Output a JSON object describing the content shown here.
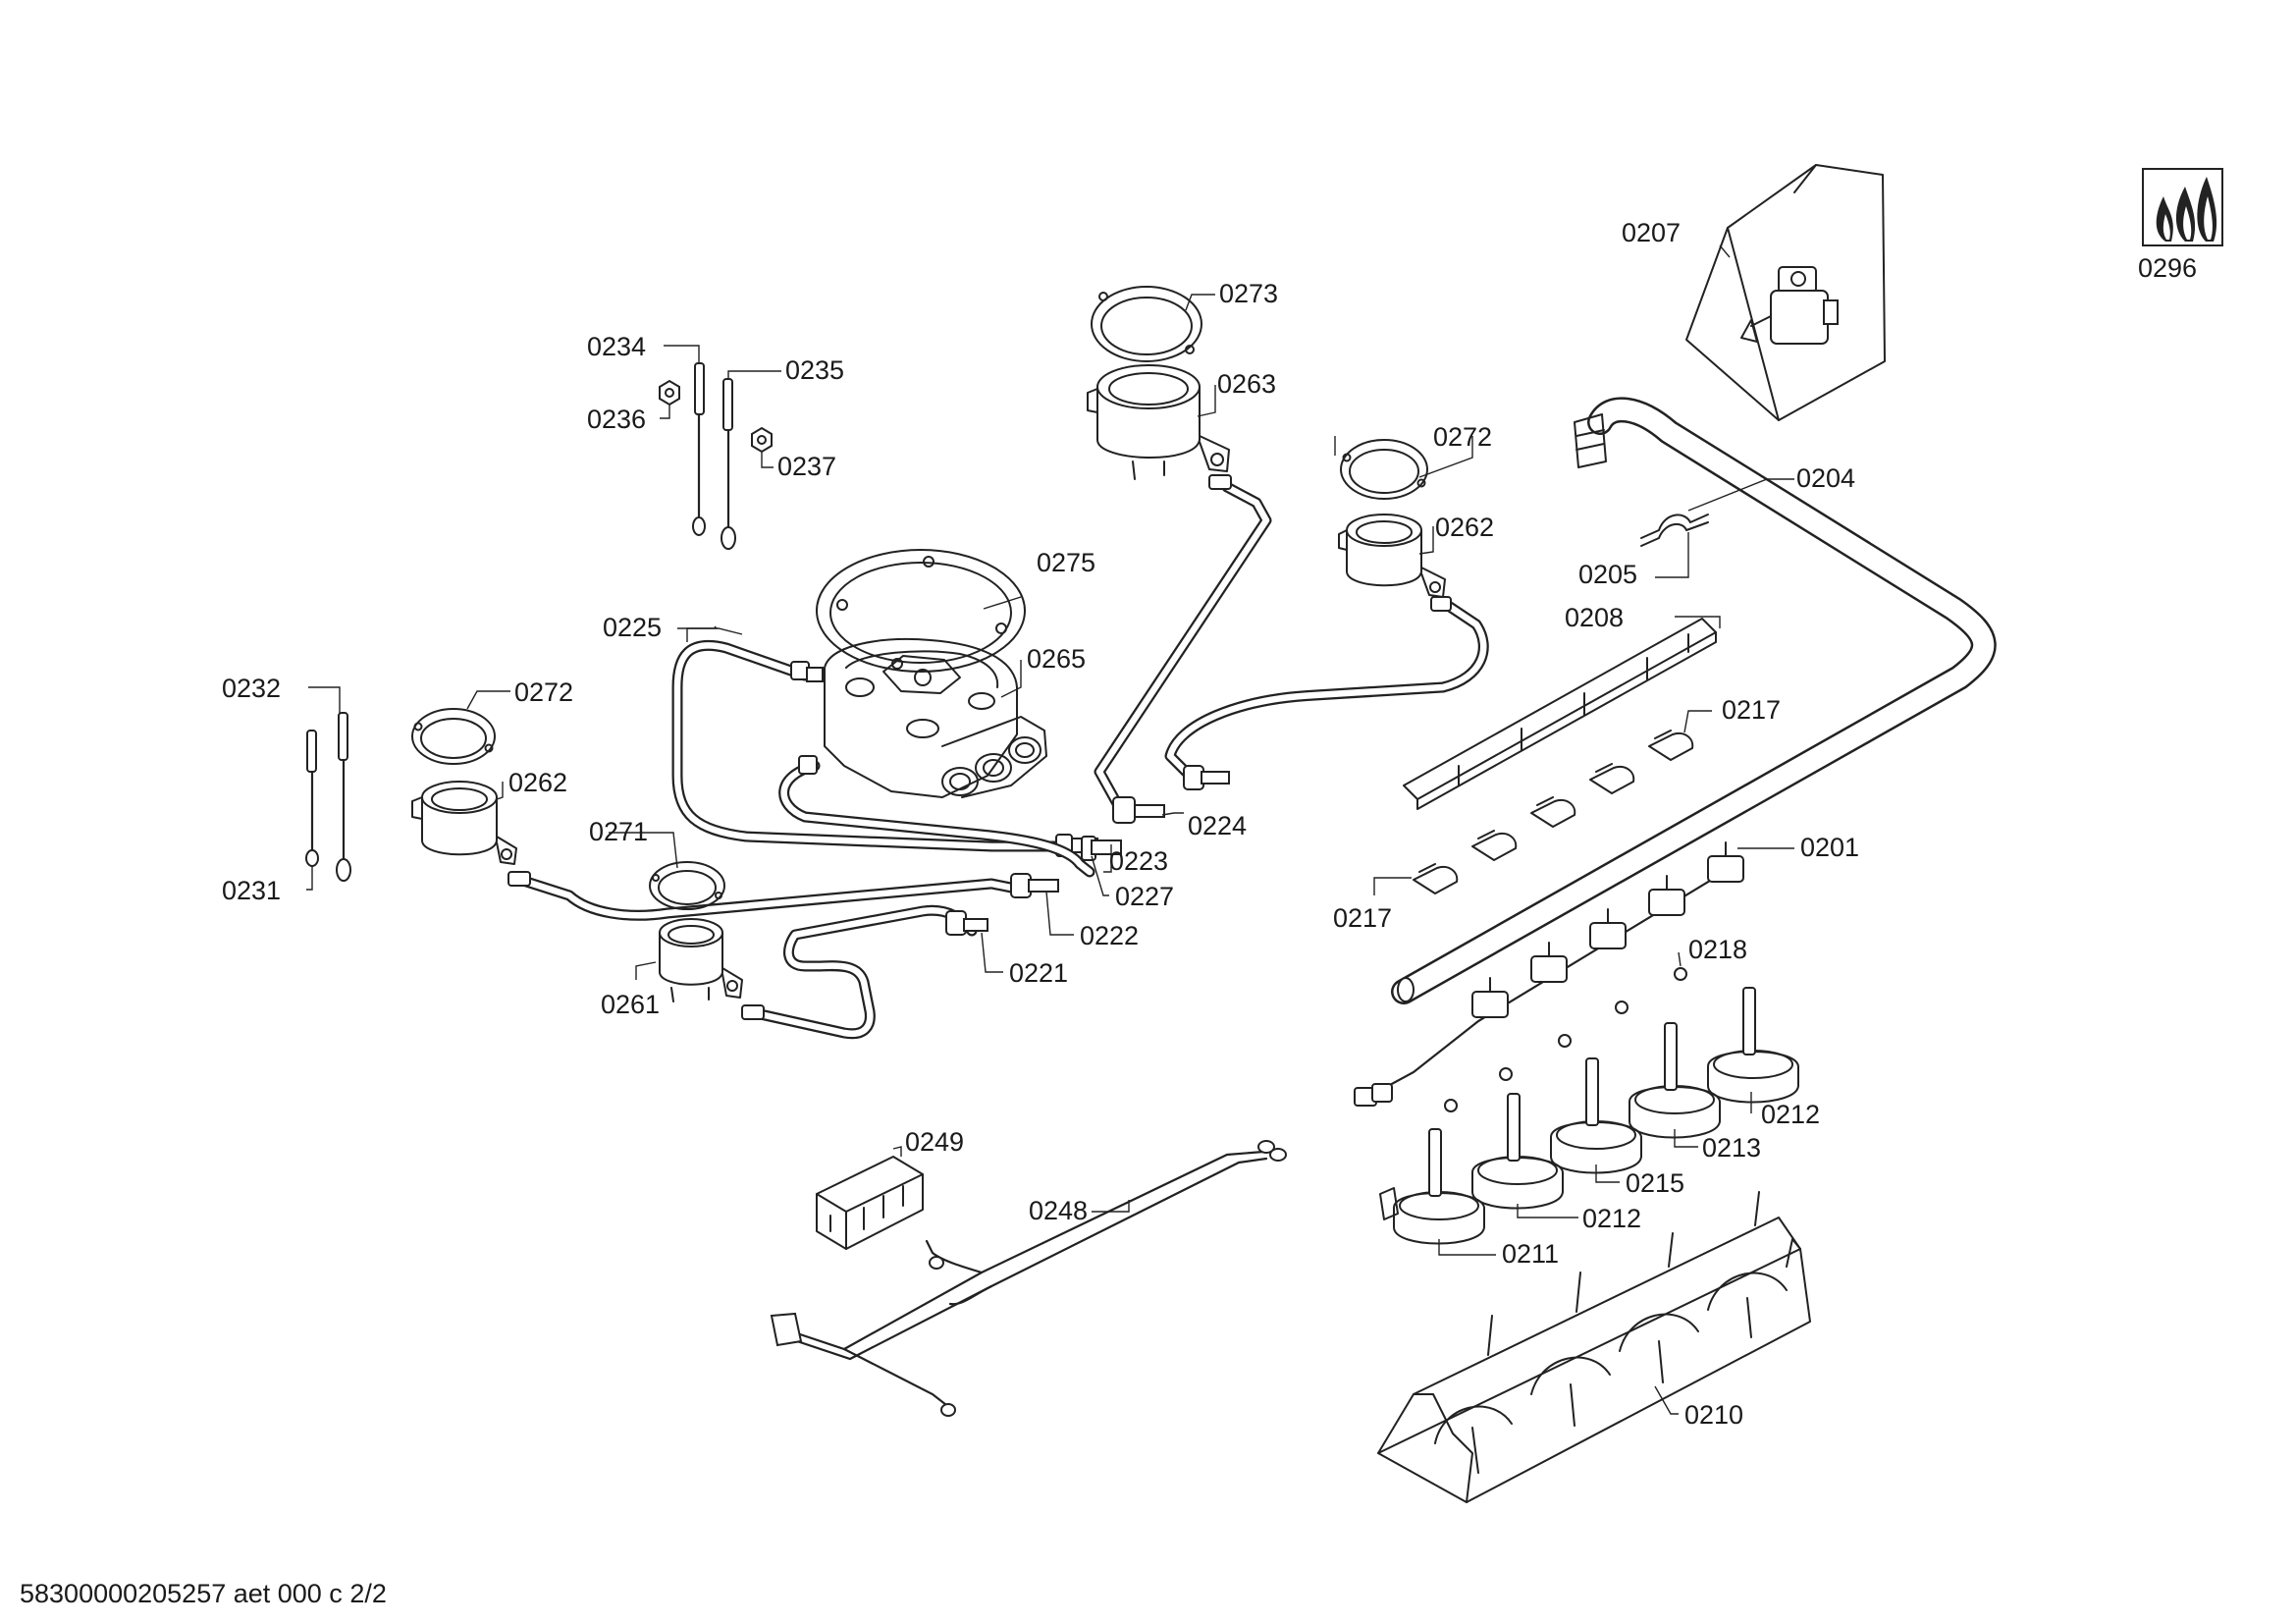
{
  "document": {
    "footer_code": "58300000205257 aet 000 c 2/2"
  },
  "symbol": {
    "icon": "gas-flames-icon"
  },
  "parts": [
    "0201",
    "0204",
    "0205",
    "0207",
    "0208",
    "0210",
    "0211",
    "0212",
    "0212",
    "0213",
    "0215",
    "0217",
    "0217",
    "0218",
    "0221",
    "0222",
    "0223",
    "0224",
    "0225",
    "0227",
    "0231",
    "0232",
    "0234",
    "0235",
    "0236",
    "0237",
    "0248",
    "0249",
    "0261",
    "0262",
    "0262",
    "0263",
    "0265",
    "0271",
    "0272",
    "0272",
    "0273",
    "0275",
    "0296"
  ]
}
